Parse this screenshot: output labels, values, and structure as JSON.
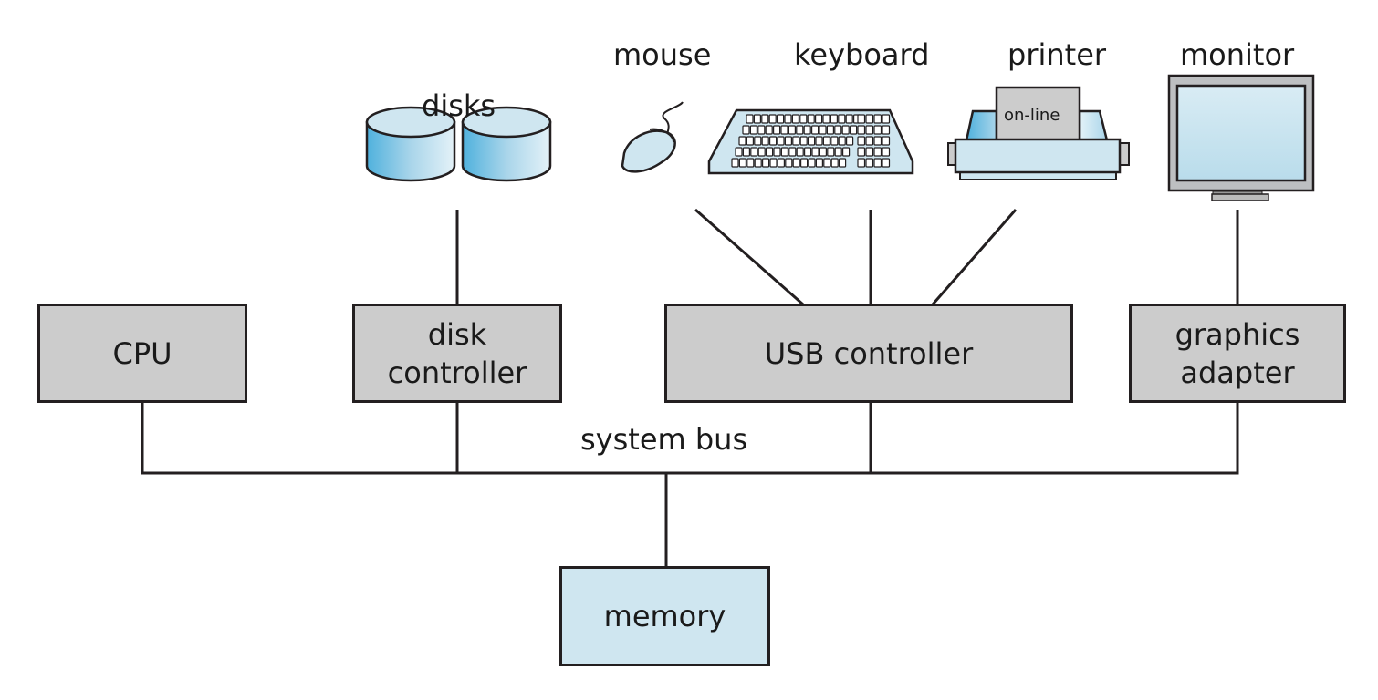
{
  "diagram": {
    "device_labels": {
      "disks": "disks",
      "mouse": "mouse",
      "keyboard": "keyboard",
      "printer": "printer",
      "monitor": "monitor"
    },
    "printer_paper_text": "on-line",
    "components": {
      "cpu": "CPU",
      "disk_controller": [
        "disk",
        "controller"
      ],
      "usb_controller": "USB controller",
      "graphics_adapter": [
        "graphics",
        "adapter"
      ],
      "memory": "memory"
    },
    "bus_label": "system bus",
    "colors": {
      "controller_fill": "#cccccc",
      "memory_fill": "#cfe6f0",
      "device_fill": "#cfe6f0",
      "line": "#231f20"
    }
  }
}
